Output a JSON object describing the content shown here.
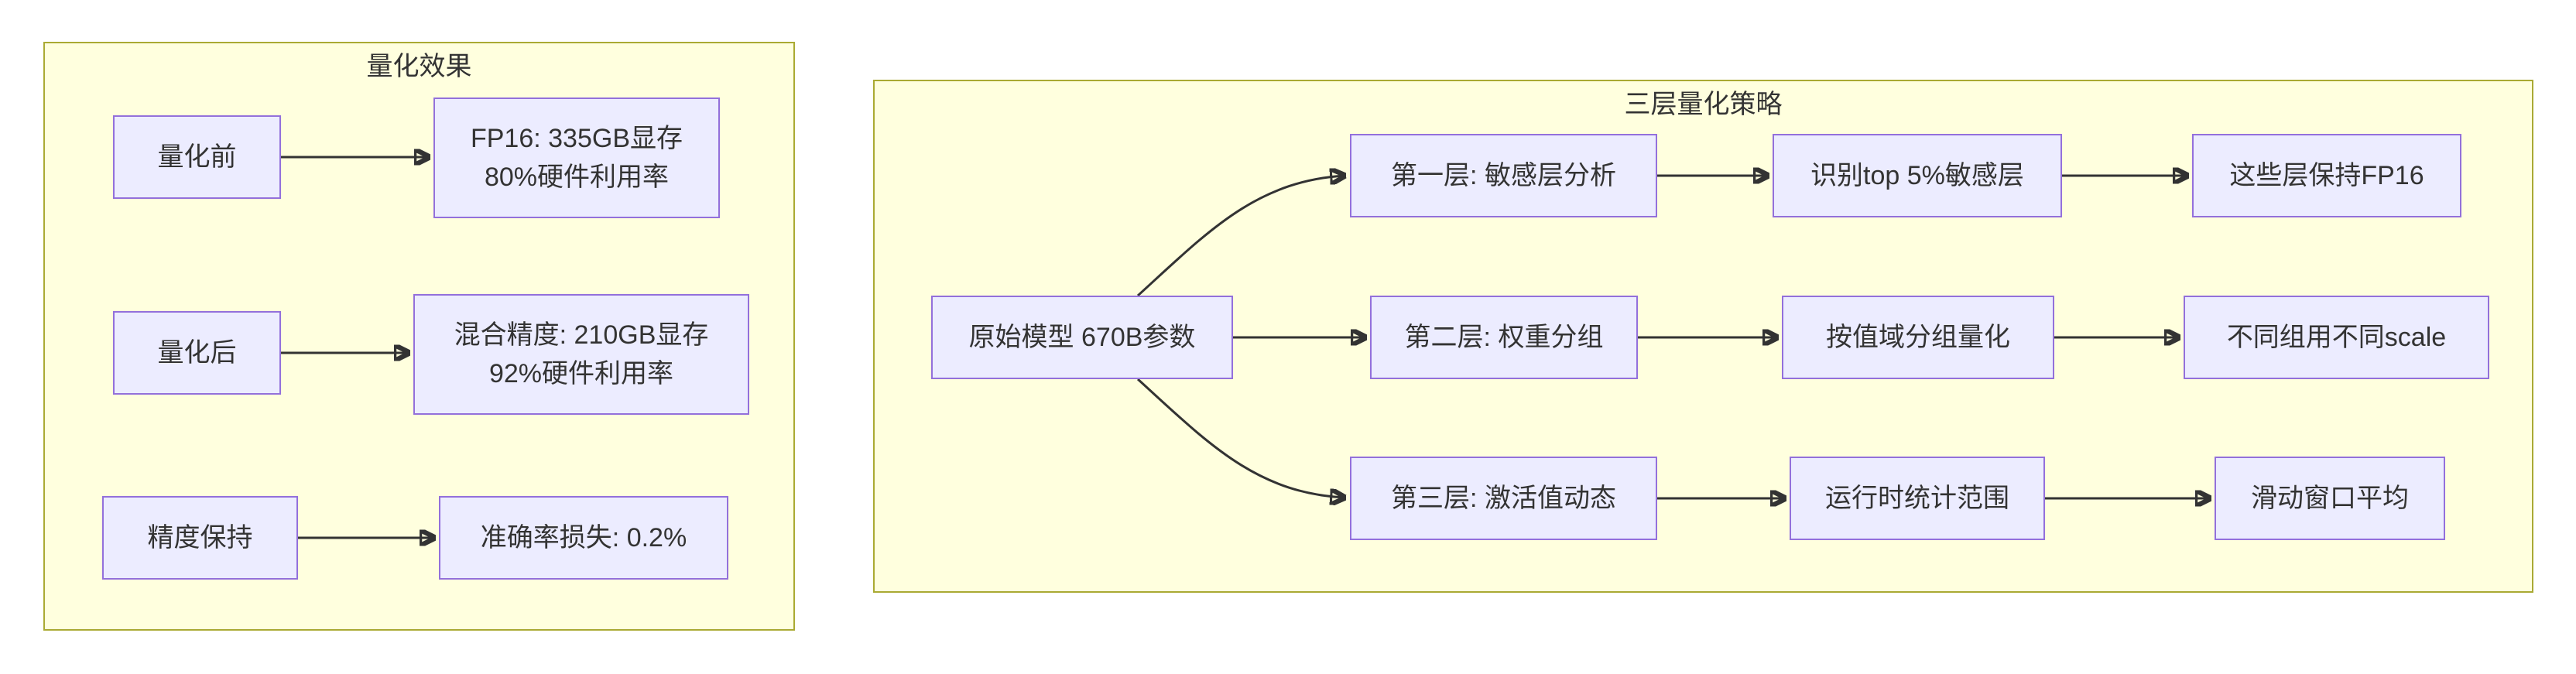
{
  "colors": {
    "node_fill": "#ECECFF",
    "node_border": "#9370DB",
    "panel_fill": "#FFFFDE",
    "panel_border": "#AAAA33",
    "edge": "#333333",
    "text": "#333333",
    "page_background": "#FFFFFF"
  },
  "diagram": {
    "type": "flowchart-left-to-right",
    "panels": [
      {
        "id": "quant-effect",
        "title": "量化效果",
        "nodes": [
          {
            "id": "before",
            "lines": [
              "量化前"
            ]
          },
          {
            "id": "fp16_result",
            "lines": [
              "FP16: 335GB显存",
              "80%硬件利用率"
            ]
          },
          {
            "id": "after",
            "lines": [
              "量化后"
            ]
          },
          {
            "id": "mixed_result",
            "lines": [
              "混合精度: 210GB显存",
              "92%硬件利用率"
            ]
          },
          {
            "id": "precision",
            "lines": [
              "精度保持"
            ]
          },
          {
            "id": "loss_result",
            "lines": [
              "准确率损失: 0.2%"
            ]
          }
        ],
        "edges": [
          {
            "from": "before",
            "to": "fp16_result"
          },
          {
            "from": "after",
            "to": "mixed_result"
          },
          {
            "from": "precision",
            "to": "loss_result"
          }
        ]
      },
      {
        "id": "three-layer-strategy",
        "title": "三层量化策略",
        "nodes": [
          {
            "id": "source",
            "lines": [
              "原始模型 670B参数"
            ]
          },
          {
            "id": "l1",
            "lines": [
              "第一层: 敏感层分析"
            ]
          },
          {
            "id": "l1_identify",
            "lines": [
              "识别top 5%敏感层"
            ]
          },
          {
            "id": "l1_keep",
            "lines": [
              "这些层保持FP16"
            ]
          },
          {
            "id": "l2",
            "lines": [
              "第二层: 权重分组"
            ]
          },
          {
            "id": "l2_group",
            "lines": [
              "按值域分组量化"
            ]
          },
          {
            "id": "l2_scale",
            "lines": [
              "不同组用不同scale"
            ]
          },
          {
            "id": "l3",
            "lines": [
              "第三层: 激活值动态"
            ]
          },
          {
            "id": "l3_runtime",
            "lines": [
              "运行时统计范围"
            ]
          },
          {
            "id": "l3_window",
            "lines": [
              "滑动窗口平均"
            ]
          }
        ],
        "edges": [
          {
            "from": "source",
            "to": "l1"
          },
          {
            "from": "source",
            "to": "l2"
          },
          {
            "from": "source",
            "to": "l3"
          },
          {
            "from": "l1",
            "to": "l1_identify"
          },
          {
            "from": "l1_identify",
            "to": "l1_keep"
          },
          {
            "from": "l2",
            "to": "l2_group"
          },
          {
            "from": "l2_group",
            "to": "l2_scale"
          },
          {
            "from": "l3",
            "to": "l3_runtime"
          },
          {
            "from": "l3_runtime",
            "to": "l3_window"
          }
        ]
      }
    ]
  }
}
